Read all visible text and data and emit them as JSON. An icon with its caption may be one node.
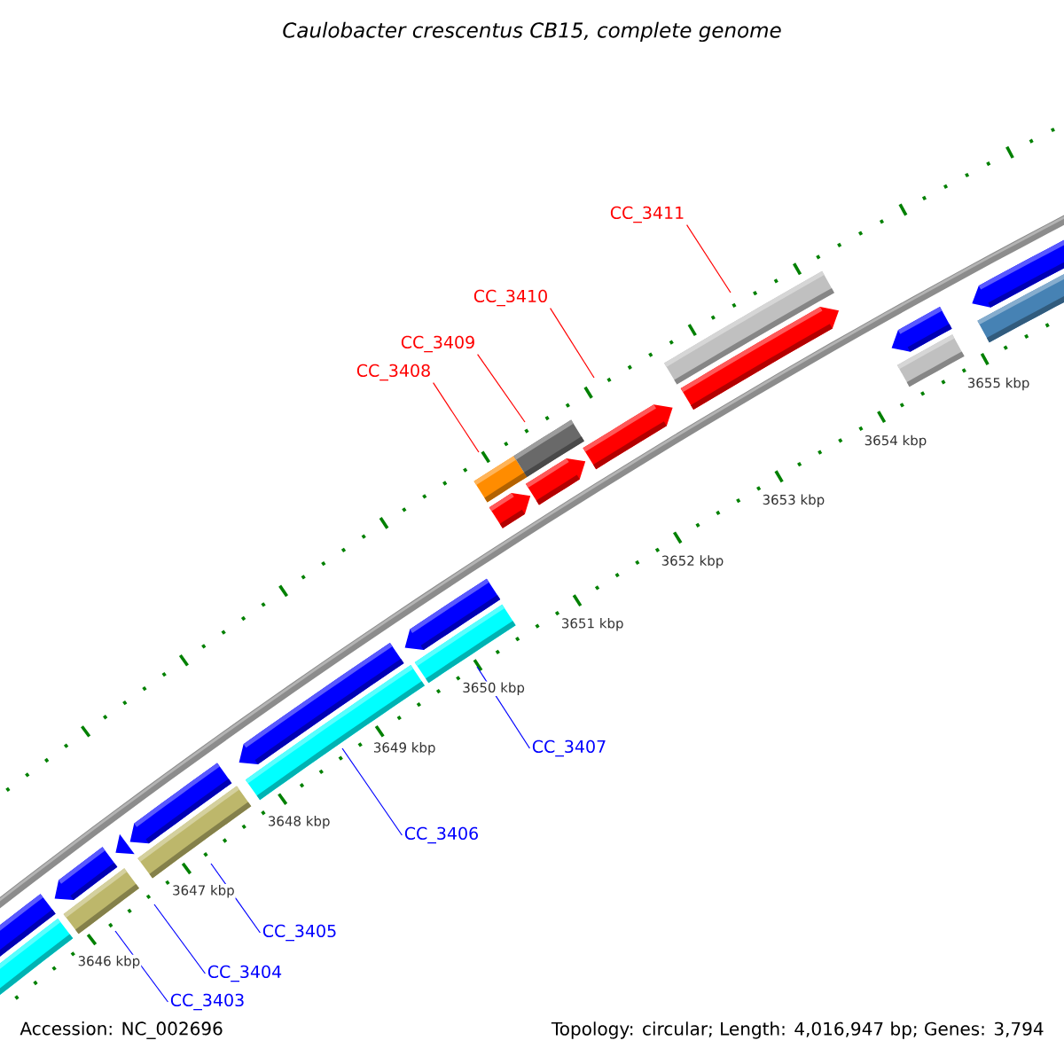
{
  "diagram": {
    "title": "Caulobacter crescentus CB15, complete genome",
    "nodes": [
      {
        "text": [
          "CC_3411"
        ]
      },
      {
        "text": [
          "CC_3410"
        ]
      },
      {
        "text": [
          "CC_3409"
        ]
      },
      {
        "text": [
          "CC_3408"
        ]
      },
      {
        "text": [
          "CC_3407"
        ]
      },
      {
        "text": [
          "CC_3406"
        ]
      },
      {
        "text": [
          "CC_3405"
        ]
      },
      {
        "text": [
          "CC_3404"
        ]
      },
      {
        "text": [
          "CC_3403"
        ]
      }
    ],
    "edges": [
      {
        "from": 0,
        "to": null,
        "arrow": "none",
        "color": "#ff0000"
      },
      {
        "from": 1,
        "to": null,
        "arrow": "none",
        "color": "#ff0000"
      },
      {
        "from": 2,
        "to": null,
        "arrow": "none",
        "color": "#ff0000"
      },
      {
        "from": 3,
        "to": null,
        "arrow": "none",
        "color": "#ff0000"
      },
      {
        "from": 4,
        "to": null,
        "arrow": "none",
        "color": "#0000ff"
      },
      {
        "from": 5,
        "to": null,
        "arrow": "none",
        "color": "#0000ff"
      },
      {
        "from": 6,
        "to": null,
        "arrow": "none",
        "color": "#0000ff"
      },
      {
        "from": 7,
        "to": null,
        "arrow": "none",
        "color": "#0000ff"
      },
      {
        "from": 8,
        "to": null,
        "arrow": "none",
        "color": "#0000ff"
      }
    ],
    "labels": [
      "3655 kbp",
      "3654 kbp",
      "3653 kbp",
      "3652 kbp",
      "3651 kbp",
      "3650 kbp",
      "3649 kbp",
      "3648 kbp",
      "3647 kbp",
      "3646 kbp",
      "Accession: NC_002696",
      "Topology: circular; Length: 4,016,947 bp; Genes: 3,794"
    ]
  }
}
